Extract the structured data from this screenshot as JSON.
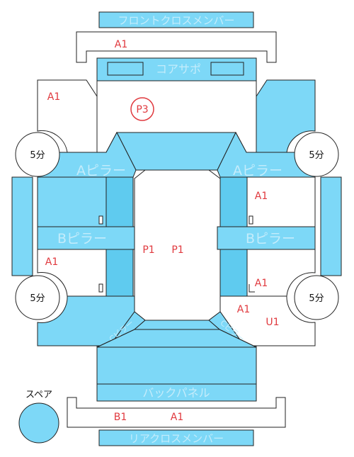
{
  "colors": {
    "panel_fill": "#7dd8f7",
    "panel_dark": "#5fcbef",
    "outline": "#222222",
    "damage_label": "#e0393e",
    "ghost_text": "#c4ecfb"
  },
  "panels": {
    "front_cross_member": "フロントクロスメンバー",
    "core_support": "コアサポ",
    "a_pillar_left": "Aピラー",
    "a_pillar_right": "Aピラー",
    "b_pillar_left": "Bピラー",
    "b_pillar_right": "Bピラー",
    "back_panel": "バックパネル",
    "rear_cross_member": "リアクロスメンバー",
    "c_pillar_left": "Cピラー",
    "c_pillar_right": "Cピラー"
  },
  "damage": {
    "front_member": "A1",
    "front_left_fender": "A1",
    "hood": "P3",
    "roof_left": "P1",
    "roof_right": "P1",
    "right_front_door": "A1",
    "left_rear_door": "A1",
    "right_rear_door": "A1",
    "right_rear_fender_1": "A1",
    "right_rear_fender_2": "U1",
    "rear_member_1": "B1",
    "rear_member_2": "A1"
  },
  "tires": {
    "front_left": "5分",
    "front_right": "5分",
    "rear_left": "5分",
    "rear_right": "5分"
  },
  "spare": {
    "label": "スペア"
  }
}
